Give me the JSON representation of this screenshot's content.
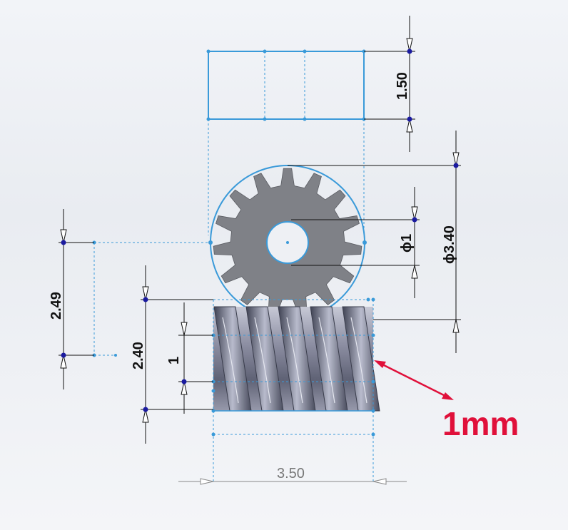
{
  "dimensions": {
    "sleeve_height": "1.50",
    "bore_diameter": "ϕ1",
    "gear_outer_diameter": "ϕ3.40",
    "offset_vertical": "2.49",
    "worm_height": "2.40",
    "thread_depth": "1",
    "worm_length": "3.50"
  },
  "callout": {
    "label": "1mm"
  },
  "colors": {
    "sketch_blue": "#3a9ad9",
    "point_dark_blue": "#1a1aa0",
    "dim_line": "#111111",
    "callout_red": "#e0103a",
    "gear_fill": "#7f8187"
  }
}
